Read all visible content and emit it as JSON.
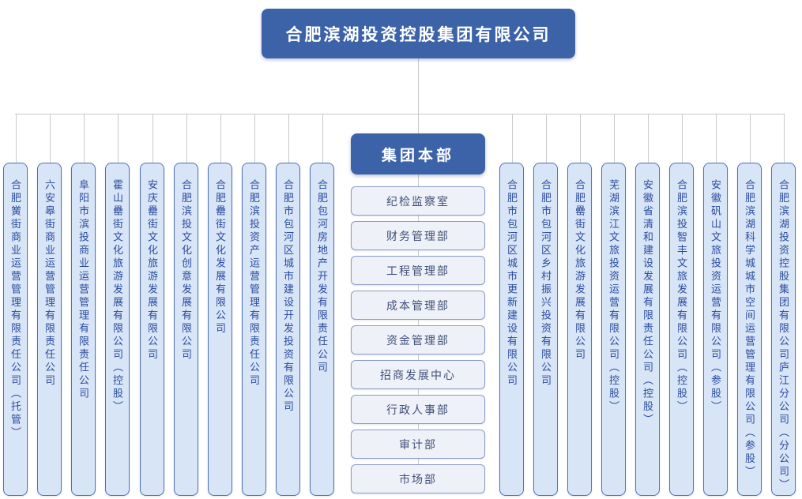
{
  "root": {
    "label": "合肥滨湖投资控股集团有限公司"
  },
  "headquarters": {
    "label": "集团本部"
  },
  "departments": [
    "纪检监察室",
    "财务管理部",
    "工程管理部",
    "成本管理部",
    "资金管理部",
    "招商发展中心",
    "行政人事部",
    "审计部",
    "市场部"
  ],
  "subsidiaries_left": [
    "合肥黉街商业运营管理有限责任公司（托管）",
    "六安皋街商业运营管理有限责任公司",
    "阜阳市滨投商业运营管理有限责任公司",
    "霍山罍街文化旅游发展有限公司（控股）",
    "安庆罍街文化旅游发展有限公司",
    "合肥滨投文化创意发展有限公司",
    "合肥罍街文化发展有限公司",
    "合肥滨投资产运营管理有限责任公司",
    "合肥市包河区城市建设开发投资有限公司",
    "合肥包河房地产开发有限责任公司"
  ],
  "subsidiaries_right": [
    "合肥市包河区城市更新建设有限公司",
    "合肥市包河区乡村振兴投资有限公司",
    "合肥罍街文化旅游发展有限公司",
    "芜湖滨江文旅投资运营有限公司（控股）",
    "安徽省清和建设发展有限责任公司（控股）",
    "合肥滨投智丰文旅发展有限公司（控股）",
    "安徽矾山文旅投资运营有限公司（参股）",
    "合肥滨湖科学城城市空间运营管理有限公司（参股）",
    "合肥滨湖投资控股集团有限公司庐江分公司（分公司）"
  ],
  "colors": {
    "node_dark": "#3c63a8",
    "column_fill": "#d8e5f6",
    "column_border": "#4f72b4",
    "column_text": "#2a4c9e",
    "dept_fill": "#eef1f7",
    "dept_border": "#8c9cc9",
    "dept_text": "#41507a",
    "connector": "#c9c9c9"
  }
}
